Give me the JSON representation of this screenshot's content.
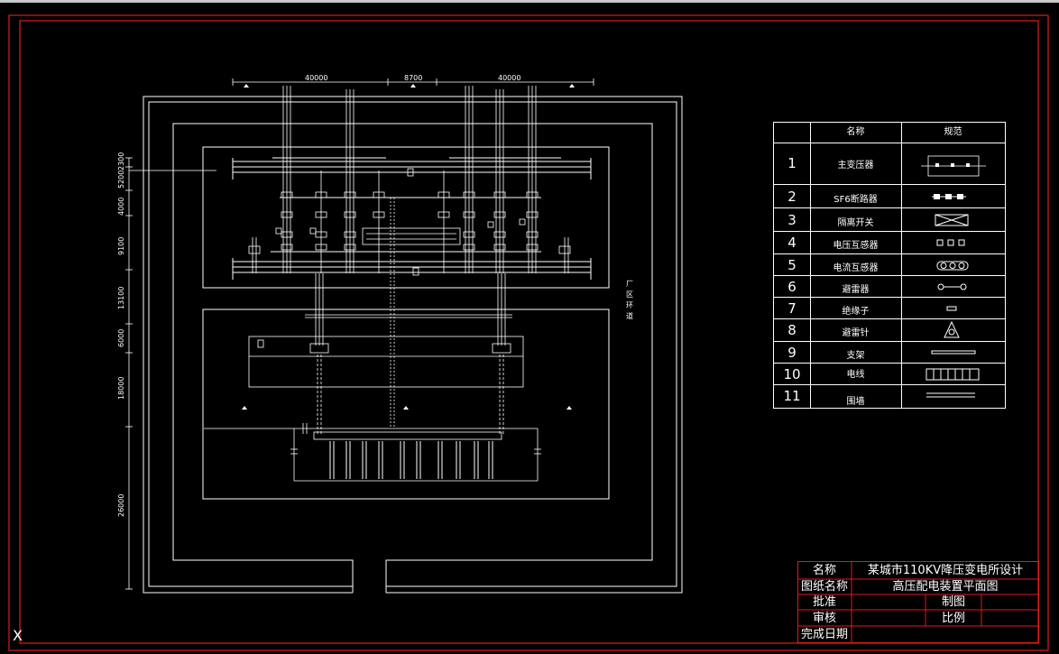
{
  "colors": {
    "background": "#000000",
    "lines": "#ffffff",
    "frame": "#e01a1a"
  },
  "dimensions_top": [
    "40000",
    "8700",
    "40000"
  ],
  "dimensions_left": [
    "2300",
    "5200",
    "4000",
    "9100",
    "13100",
    "6000",
    "18000",
    "26000"
  ],
  "road_label": [
    "厂",
    "区",
    "环",
    "道"
  ],
  "legend": {
    "header_name": "名称",
    "header_symbol": "规范",
    "rows": [
      {
        "num": "1",
        "name": "主变压器",
        "icon": "transformer-icon"
      },
      {
        "num": "2",
        "name": "SF6断路器",
        "icon": "breaker-icon"
      },
      {
        "num": "3",
        "name": "隔离开关",
        "icon": "isolator-icon"
      },
      {
        "num": "4",
        "name": "电压互感器",
        "icon": "voltage-transformer-icon"
      },
      {
        "num": "5",
        "name": "电流互感器",
        "icon": "current-transformer-icon"
      },
      {
        "num": "6",
        "name": "避雷器",
        "icon": "arrester-icon"
      },
      {
        "num": "7",
        "name": "绝缘子",
        "icon": "insulator-icon"
      },
      {
        "num": "8",
        "name": "避雷针",
        "icon": "lightning-rod-icon"
      },
      {
        "num": "9",
        "name": "支架",
        "icon": "support-icon"
      },
      {
        "num": "10",
        "name": "电线",
        "icon": "cable-icon"
      },
      {
        "num": "11",
        "name": "围墙",
        "icon": "wall-icon"
      }
    ]
  },
  "title_block": {
    "name_label": "名称",
    "name_value": "某城市110KV降压变电所设计",
    "drawing_label": "图纸名称",
    "drawing_value": "高压配电装置平面图",
    "approve_label": "批准",
    "draw_label": "制图",
    "review_label": "审核",
    "scale_label": "比例",
    "date_label": "完成日期"
  },
  "corner_mark": "X"
}
